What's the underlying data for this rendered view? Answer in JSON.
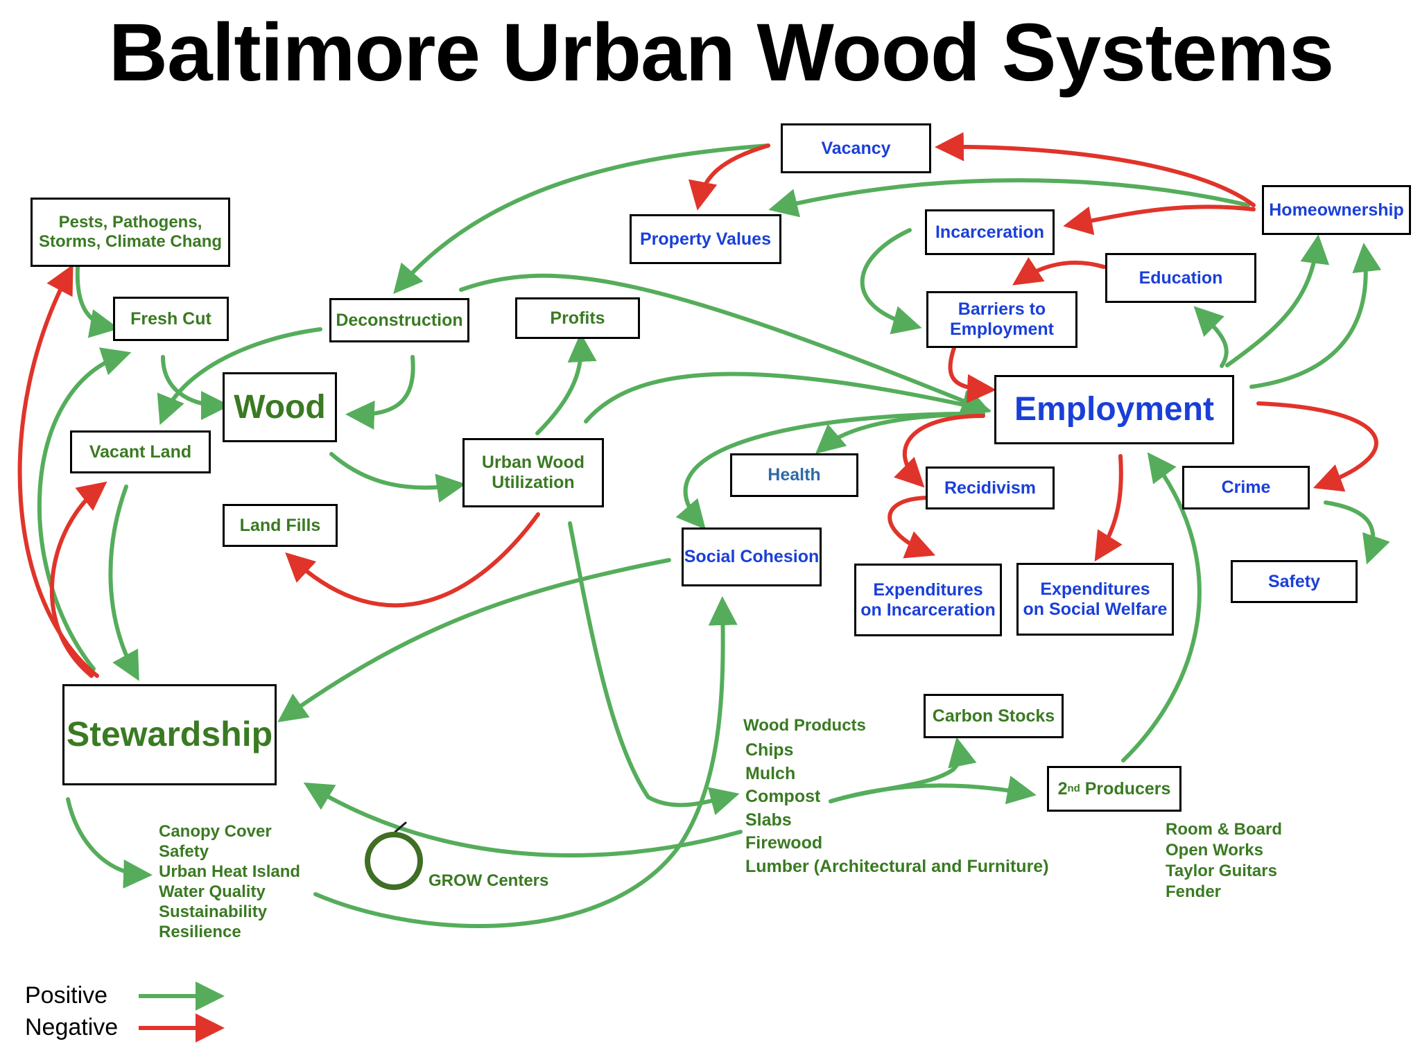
{
  "title": "Baltimore Urban Wood Systems",
  "colors": {
    "positive": "#55ad5b",
    "negative": "#e0342a",
    "green_text": "#3a7a22",
    "blue_text": "#1a3fd8"
  },
  "nodes": {
    "pests": "Pests, Pathogens,\nStorms, Climate Chang",
    "fresh_cut": "Fresh Cut",
    "deconstruction": "Deconstruction",
    "profits": "Profits",
    "wood": "Wood",
    "vacant_land": "Vacant Land",
    "urban_wood_utilization": "Urban Wood\nUtilization",
    "land_fills": "Land Fills",
    "vacancy": "Vacancy",
    "property_values": "Property Values",
    "incarceration": "Incarceration",
    "homeownership": "Homeownership",
    "education": "Education",
    "barriers": "Barriers to\nEmployment",
    "employment": "Employment",
    "health": "Health",
    "recidivism": "Recidivism",
    "crime": "Crime",
    "safety": "Safety",
    "social_cohesion": "Social Cohesion",
    "exp_incarceration": "Expenditures\non Incarceration",
    "exp_welfare": "Expenditures\non Social Welfare",
    "stewardship": "Stewardship",
    "carbon_stocks": "Carbon Stocks",
    "second_producers_sup": "nd",
    "second_producers_pre": "2",
    "second_producers_post": " Producers"
  },
  "wood_products": {
    "heading": "Wood Products",
    "items": [
      "Chips",
      "Mulch",
      "Compost",
      "Slabs",
      "Firewood",
      "Lumber (Architectural and Furniture)"
    ]
  },
  "stewardship_benefits": [
    "Canopy Cover",
    "Safety",
    "Urban Heat Island",
    "Water Quality",
    "Sustainability",
    "Resilience"
  ],
  "producers": [
    "Room & Board",
    "Open Works",
    "Taylor Guitars",
    "Fender"
  ],
  "grow_centers": "GROW Centers",
  "legend": {
    "positive": "Positive",
    "negative": "Negative"
  }
}
